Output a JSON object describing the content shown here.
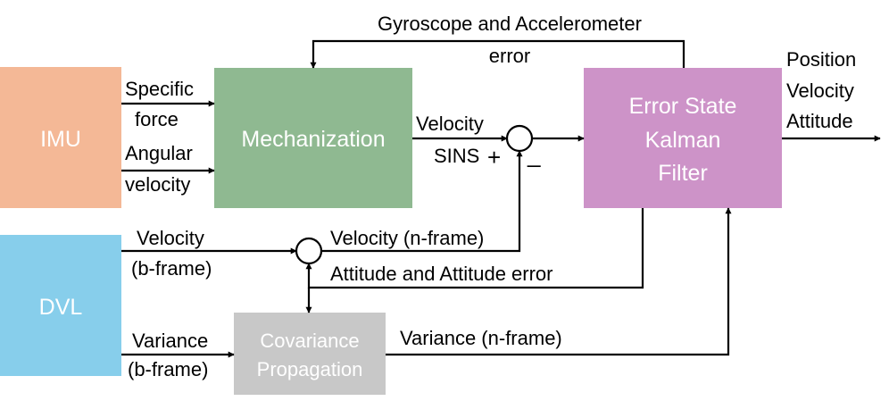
{
  "blocks": {
    "imu": {
      "label": "IMU",
      "color": "#f4b896"
    },
    "dvl": {
      "label": "DVL",
      "color": "#87ceeb"
    },
    "mechanization": {
      "label": "Mechanization",
      "color": "#8fb991"
    },
    "ekf": {
      "line1": "Error State",
      "line2": "Kalman",
      "line3": "Filter",
      "color": "#cd93c8"
    },
    "covariance": {
      "line1": "Covariance",
      "line2": "Propagation",
      "color": "#c8c8c8"
    }
  },
  "labels": {
    "specific_force_1": "Specific",
    "specific_force_2": "force",
    "angular_velocity_1": "Angular",
    "angular_velocity_2": "velocity",
    "velocity_sins_1": "Velocity",
    "velocity_sins_2": "SINS",
    "plus_sign": "+",
    "minus_sign": "_",
    "feedback_1": "Gyroscope and Accelerometer",
    "feedback_2": "error",
    "output_1": "Position",
    "output_2": "Velocity",
    "output_3": "Attitude",
    "dvl_velocity_1": "Velocity",
    "dvl_velocity_2": "(b-frame)",
    "velocity_nframe": "Velocity (n-frame)",
    "attitude_error": "Attitude and Attitude error",
    "variance_bframe_1": "Variance",
    "variance_bframe_2": "(b-frame)",
    "variance_nframe": "Variance (n-frame)"
  }
}
